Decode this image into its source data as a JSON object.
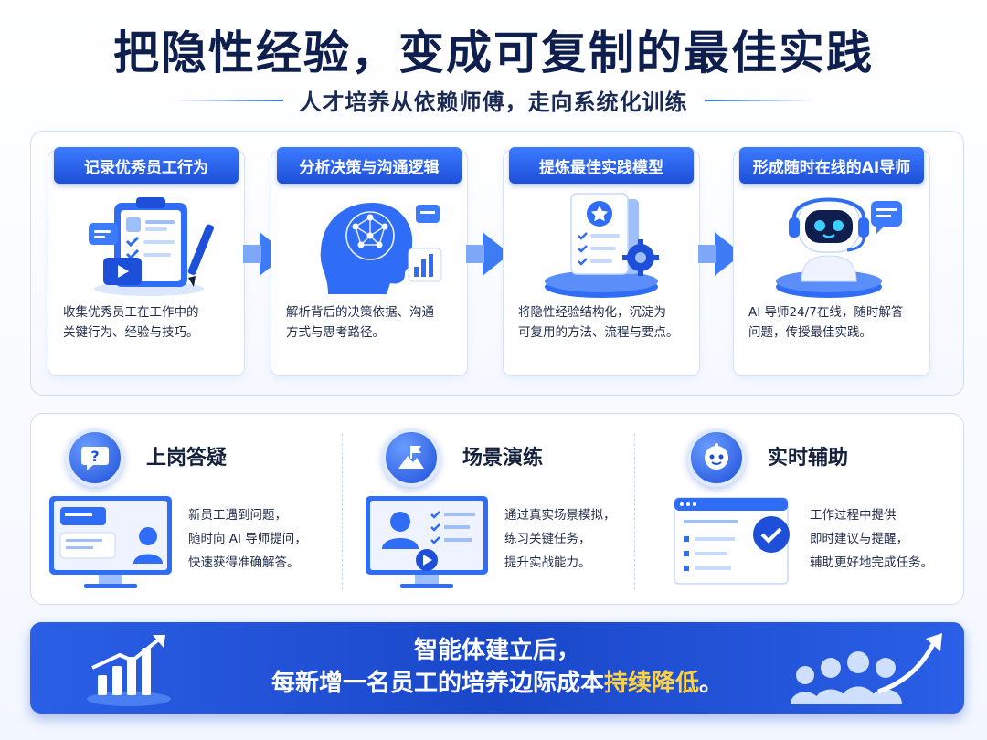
{
  "header": {
    "title": "把隐性经验，变成可复制的最佳实践",
    "subtitle": "人才培养从依赖师傅，走向系统化训练"
  },
  "steps": [
    {
      "title": "记录优秀员工行为",
      "desc_line1": "收集优秀员工在工作中的",
      "desc_line2": "关键行为、经验与技巧。",
      "icon": "clipboard-icon"
    },
    {
      "title": "分析决策与沟通逻辑",
      "desc_line1": "解析背后的决策依据、沟通",
      "desc_line2": "方式与思考路径。",
      "icon": "brain-head-icon"
    },
    {
      "title": "提炼最佳实践模型",
      "desc_line1": "将隐性经验结构化，沉淀为",
      "desc_line2": "可复用的方法、流程与要点。",
      "icon": "document-star-icon"
    },
    {
      "title": "形成随时在线的AI导师",
      "desc_line1": "AI 导师24/7在线，随时解答",
      "desc_line2": "问题，传授最佳实践。",
      "icon": "robot-icon"
    }
  ],
  "scenarios": [
    {
      "title": "上岗答疑",
      "icon": "question-bubble-icon",
      "desc_line1": "新员工遇到问题，",
      "desc_line2": "随时向 AI 导师提问，",
      "desc_line3": "快速获得准确解答。"
    },
    {
      "title": "场景演练",
      "icon": "flag-mountain-icon",
      "desc_line1": "通过真实场景模拟，",
      "desc_line2": "练习关键任务，",
      "desc_line3": "提升实战能力。"
    },
    {
      "title": "实时辅助",
      "icon": "robot-face-icon",
      "desc_line1": "工作过程中提供",
      "desc_line2": "即时建议与提醒，",
      "desc_line3": "辅助更好地完成任务。"
    }
  ],
  "banner": {
    "line1": "智能体建立后，",
    "line2_prefix": "每新增一名员工的培养边际成本",
    "line2_highlight": "持续降低",
    "line2_suffix": "。"
  },
  "colors": {
    "primary": "#1d4fd8",
    "accent": "#3c7bff",
    "highlight": "#ffd23f",
    "title": "#0f1f4d"
  }
}
